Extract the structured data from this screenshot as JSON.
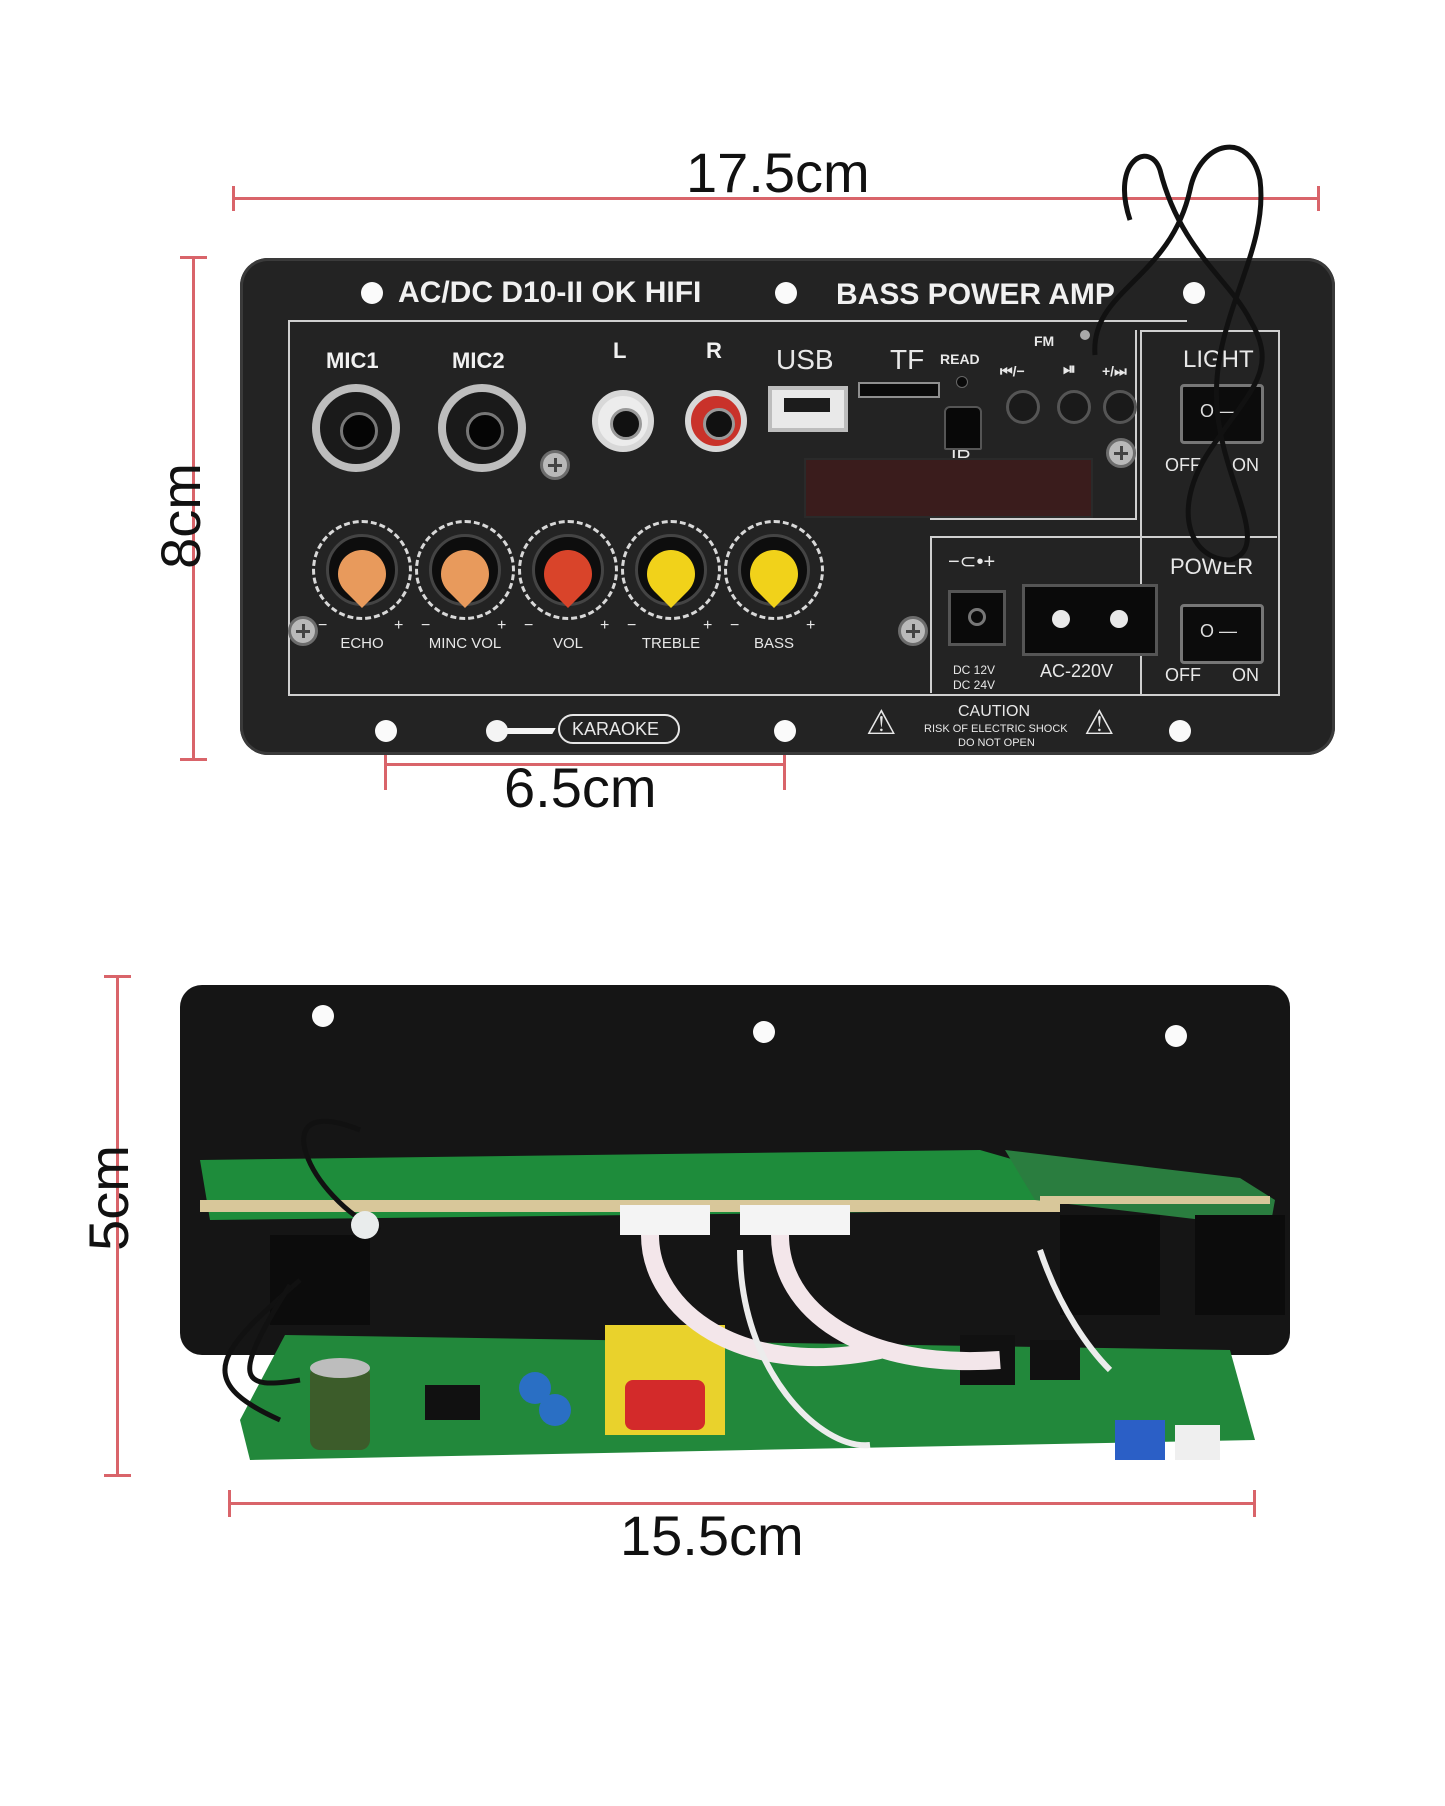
{
  "dimensions": {
    "top_width": "17.5cm",
    "top_height": "8cm",
    "hole_spacing": "6.5cm",
    "bottom_height": "5cm",
    "bottom_width": "15.5cm"
  },
  "panel": {
    "title_left": "AC/DC  D10-II OK HIFI",
    "title_right": "BASS POWER AMP",
    "inputs": {
      "mic1": "MIC1",
      "mic2": "MIC2",
      "left": "L",
      "right": "R",
      "usb": "USB",
      "tf": "TF",
      "read": "READ",
      "ir": "IR",
      "fm": "FM"
    },
    "media_buttons": [
      "⏮/−",
      "⏯",
      "+/⏭"
    ],
    "light": {
      "label": "LIGHT",
      "off": "OFF",
      "on": "ON"
    },
    "power": {
      "label": "POWER",
      "off": "OFF",
      "on": "ON"
    },
    "dc_polarity": "−⊂•+",
    "dc_spec_1": "DC 12V",
    "dc_spec_2": "DC 24V",
    "ac_spec": "AC-220V",
    "knobs": [
      {
        "label": "ECHO",
        "color": "#e89a5c"
      },
      {
        "label": "MINC VOL",
        "color": "#e89a5c"
      },
      {
        "label": "VOL",
        "color": "#d9442a"
      },
      {
        "label": "TREBLE",
        "color": "#f1d21a"
      },
      {
        "label": "BASS",
        "color": "#f1d21a"
      }
    ],
    "knob_minus": "−",
    "knob_plus": "+",
    "karaoke": "KARAOKE",
    "caution_title": "CAUTION",
    "caution_line1": "RISK OF ELECTRIC SHOCK",
    "caution_line2": "DO NOT OPEN"
  }
}
